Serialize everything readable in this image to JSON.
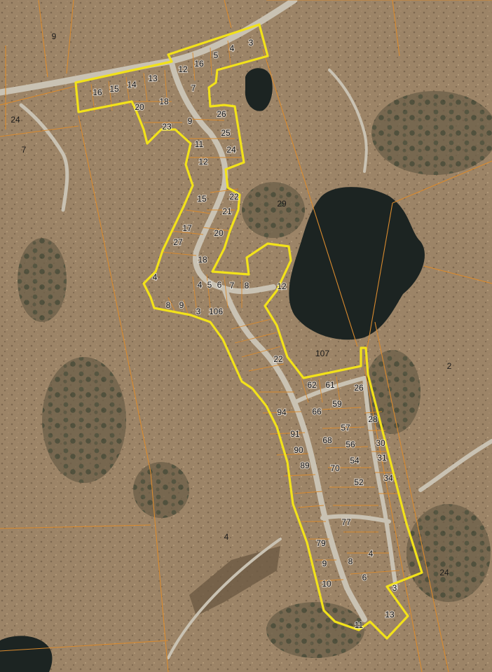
{
  "map": {
    "colors": {
      "terrain": "#9a8265",
      "water": "#1c2422",
      "parcel_line": "#d98a2e",
      "subdivision_outline": "#f2e21a",
      "road": "#c9c2b3"
    },
    "outer_parcels": [
      {
        "id": "p9",
        "label": "9"
      },
      {
        "id": "p24-west",
        "label": "24"
      },
      {
        "id": "p7-west",
        "label": "7"
      },
      {
        "id": "p29",
        "label": "29"
      },
      {
        "id": "p2",
        "label": "2"
      },
      {
        "id": "p107",
        "label": "107"
      },
      {
        "id": "p4",
        "label": "4"
      },
      {
        "id": "p24-east",
        "label": "24"
      }
    ],
    "lots": [
      {
        "id": "n-16",
        "label": "16"
      },
      {
        "id": "n-15",
        "label": "15"
      },
      {
        "id": "n-14",
        "label": "14"
      },
      {
        "id": "n-13",
        "label": "13"
      },
      {
        "id": "n-12",
        "label": "12"
      },
      {
        "id": "n-16b",
        "label": "16"
      },
      {
        "id": "n-5",
        "label": "5"
      },
      {
        "id": "n-4",
        "label": "4"
      },
      {
        "id": "n-3",
        "label": "3"
      },
      {
        "id": "n-20",
        "label": "20"
      },
      {
        "id": "n-18",
        "label": "18"
      },
      {
        "id": "n-7",
        "label": "7"
      },
      {
        "id": "n-23",
        "label": "23"
      },
      {
        "id": "n-9",
        "label": "9"
      },
      {
        "id": "n-26",
        "label": "26"
      },
      {
        "id": "n-25",
        "label": "25"
      },
      {
        "id": "n-11",
        "label": "11"
      },
      {
        "id": "n-24",
        "label": "24"
      },
      {
        "id": "n-12b",
        "label": "12"
      },
      {
        "id": "c-15",
        "label": "15"
      },
      {
        "id": "c-22",
        "label": "22"
      },
      {
        "id": "c-21",
        "label": "21"
      },
      {
        "id": "c-17",
        "label": "17"
      },
      {
        "id": "c-20",
        "label": "20"
      },
      {
        "id": "c-27",
        "label": "27"
      },
      {
        "id": "c-18",
        "label": "18"
      },
      {
        "id": "c-4",
        "label": "4"
      },
      {
        "id": "c-4b",
        "label": "4"
      },
      {
        "id": "c-5",
        "label": "5"
      },
      {
        "id": "c-6",
        "label": "6"
      },
      {
        "id": "c-7",
        "label": "7"
      },
      {
        "id": "c-8",
        "label": "8"
      },
      {
        "id": "c-12",
        "label": "12"
      },
      {
        "id": "c-8b",
        "label": "8"
      },
      {
        "id": "c-9",
        "label": "9"
      },
      {
        "id": "c-3",
        "label": "3"
      },
      {
        "id": "c-106",
        "label": "106"
      },
      {
        "id": "c-22b",
        "label": "22"
      },
      {
        "id": "s-62",
        "label": "62"
      },
      {
        "id": "s-61",
        "label": "61"
      },
      {
        "id": "s-26",
        "label": "26"
      },
      {
        "id": "s-94",
        "label": "94"
      },
      {
        "id": "s-66",
        "label": "66"
      },
      {
        "id": "s-59",
        "label": "59"
      },
      {
        "id": "s-28",
        "label": "28"
      },
      {
        "id": "s-57",
        "label": "57"
      },
      {
        "id": "s-91",
        "label": "91"
      },
      {
        "id": "s-68",
        "label": "68"
      },
      {
        "id": "s-56",
        "label": "56"
      },
      {
        "id": "s-30",
        "label": "30"
      },
      {
        "id": "s-90",
        "label": "90"
      },
      {
        "id": "s-54",
        "label": "54"
      },
      {
        "id": "s-31",
        "label": "31"
      },
      {
        "id": "s-89",
        "label": "89"
      },
      {
        "id": "s-70",
        "label": "70"
      },
      {
        "id": "s-34",
        "label": "34"
      },
      {
        "id": "s-52",
        "label": "52"
      },
      {
        "id": "s-77",
        "label": "77"
      },
      {
        "id": "s-79",
        "label": "79"
      },
      {
        "id": "s-4",
        "label": "4"
      },
      {
        "id": "s-9",
        "label": "9"
      },
      {
        "id": "s-8",
        "label": "8"
      },
      {
        "id": "s-6",
        "label": "6"
      },
      {
        "id": "s-10",
        "label": "10"
      },
      {
        "id": "s-3",
        "label": "3"
      },
      {
        "id": "s-13",
        "label": "13"
      },
      {
        "id": "s-11",
        "label": "11"
      }
    ]
  }
}
